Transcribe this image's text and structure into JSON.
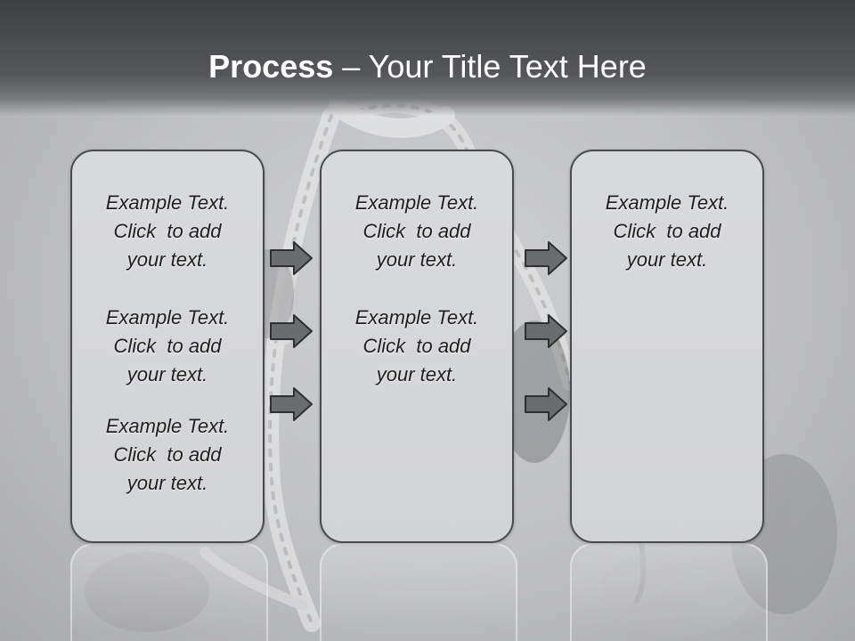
{
  "slide": {
    "title_bold": "Process",
    "title_rest": " – Your Title Text Here"
  },
  "columns": [
    {
      "items": [
        {
          "line1": "Example Text.",
          "line2": "Click  to add",
          "line3": "your text."
        },
        {
          "line1": "Example Text.",
          "line2": "Click  to add",
          "line3": "your text."
        },
        {
          "line1": "Example Text.",
          "line2": "Click  to add",
          "line3": "your text."
        }
      ]
    },
    {
      "items": [
        {
          "line1": "Example Text.",
          "line2": "Click  to add",
          "line3": "your text."
        },
        {
          "line1": "Example Text.",
          "line2": "Click  to add",
          "line3": "your text."
        }
      ]
    },
    {
      "items": [
        {
          "line1": "Example Text.",
          "line2": "Click  to add",
          "line3": "your text."
        }
      ]
    }
  ],
  "colors": {
    "arrow_fill": "#6b6c6e",
    "arrow_stroke": "#2e2f31",
    "panel_border": "#4a4b4d"
  },
  "icons": [
    "arrow-right-icon"
  ]
}
